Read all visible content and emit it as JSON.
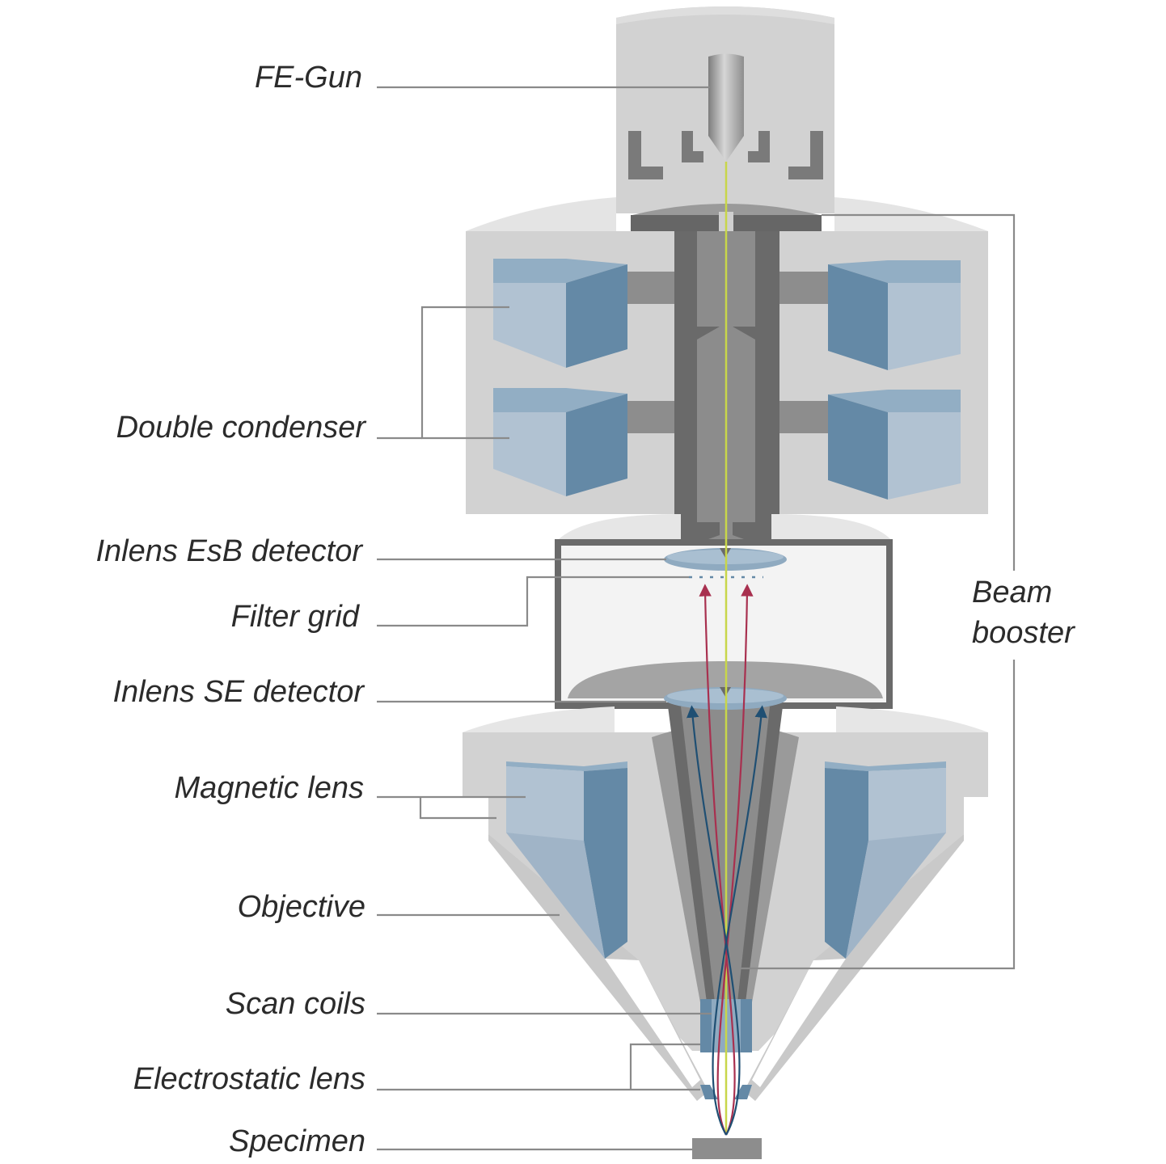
{
  "labels": {
    "fe_gun": "FE-Gun",
    "double_condenser": "Double condenser",
    "inlens_esb_detector": "Inlens EsB detector",
    "filter_grid": "Filter grid",
    "inlens_se_detector": "Inlens SE detector",
    "magnetic_lens": "Magnetic lens",
    "objective": "Objective",
    "scan_coils": "Scan coils",
    "electrostatic_lens": "Electrostatic lens",
    "specimen": "Specimen",
    "beam_booster_line1": "Beam",
    "beam_booster_line2": "booster"
  },
  "colors": {
    "housing_light": "#e6e6e6",
    "housing_mid": "#d0d0d0",
    "column_dark": "#6b6b6b",
    "column_mid": "#8c8c8c",
    "coil_light": "#b1c2d2",
    "coil_dark": "#6489a6",
    "primary_beam": "#c8d64a",
    "backscattered_electrons": "#a8304f",
    "secondary_electrons": "#1f4f73",
    "leader_line": "#8a8a8a",
    "label_text": "#2b2b2b"
  }
}
